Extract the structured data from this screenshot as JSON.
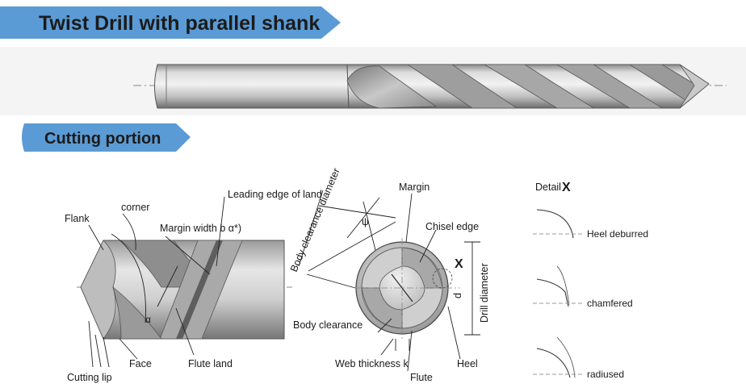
{
  "banners": {
    "main_title": "Twist Drill with parallel shank",
    "section_title": "Cutting portion"
  },
  "labels": {
    "flank": "Flank",
    "corner": "corner",
    "leading_edge": "Leading edge of land",
    "margin_width": "Margin width b α*)",
    "body_clearance_diameter": "Body clearance diameter",
    "face": "Face",
    "flute_land": "Flute land",
    "cutting_lip": "Cutting lip",
    "margin": "Margin",
    "chisel_edge": "Chisel  edge",
    "x_marker": "X",
    "drill_diameter": "Drill diameter",
    "d": "d",
    "psi": "ψ",
    "body_clearance": "Body clearance",
    "web_thickness": "Web thickness k",
    "heel": "Heel",
    "flute": "Flute",
    "alpha_small": "α"
  },
  "detail": {
    "title": "Detail",
    "marker": "X",
    "items": [
      "Heel deburred",
      "chamfered",
      "radiused"
    ]
  },
  "colors": {
    "banner_fill": "#5b9bd5",
    "steel_light": "#e4e4e4",
    "steel_mid": "#b8b8b8",
    "steel_dark": "#6d6d6d"
  }
}
